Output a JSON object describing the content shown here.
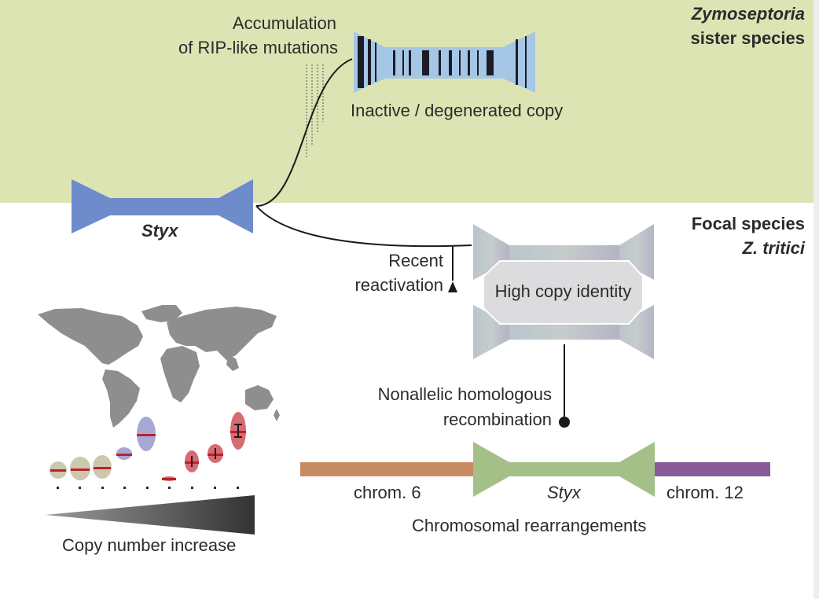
{
  "labels": {
    "sister_species": {
      "line1": "Zymoseptoria",
      "line2": "sister species"
    },
    "focal_species": {
      "line1": "Focal species",
      "line2": "Z. tritici"
    },
    "accumulation": {
      "line1": "Accumulation",
      "line2": "of RIP-like mutations"
    },
    "inactive_copy": "Inactive / degenerated copy",
    "styx_gene": "Styx",
    "recent_reactivation": {
      "line1": "Recent",
      "line2": "reactivation"
    },
    "high_copy_identity": "High copy identity",
    "nahr": {
      "line1": "Nonallelic homologous",
      "line2": "recombination"
    },
    "chrom6": "chrom. 6",
    "styx_insert": "Styx",
    "chrom12": "chrom. 12",
    "rearrangements": "Chromosomal rearrangements",
    "copy_number_increase": "Copy number increase"
  },
  "colors": {
    "sister_band": "#dde4b4",
    "styx_blue": "#6e8ccc",
    "degenerate_light": "#a6c6e6",
    "degenerate_dark": "#1c1c26",
    "copy_gray": "#b4bcc4",
    "identity_fill": "#dadadc",
    "chrom6": "#c98c62",
    "chrom12": "#8a5a9a",
    "insert_green": "#a4c088",
    "map_gray": "#8e8e8e",
    "median_red": "#b4222a",
    "wedge_gray": "#3a3a3a"
  },
  "icons": [
    "world-map-icon",
    "arrowhead-icon",
    "round-end-icon",
    "copy-number-wedge-icon"
  ]
}
